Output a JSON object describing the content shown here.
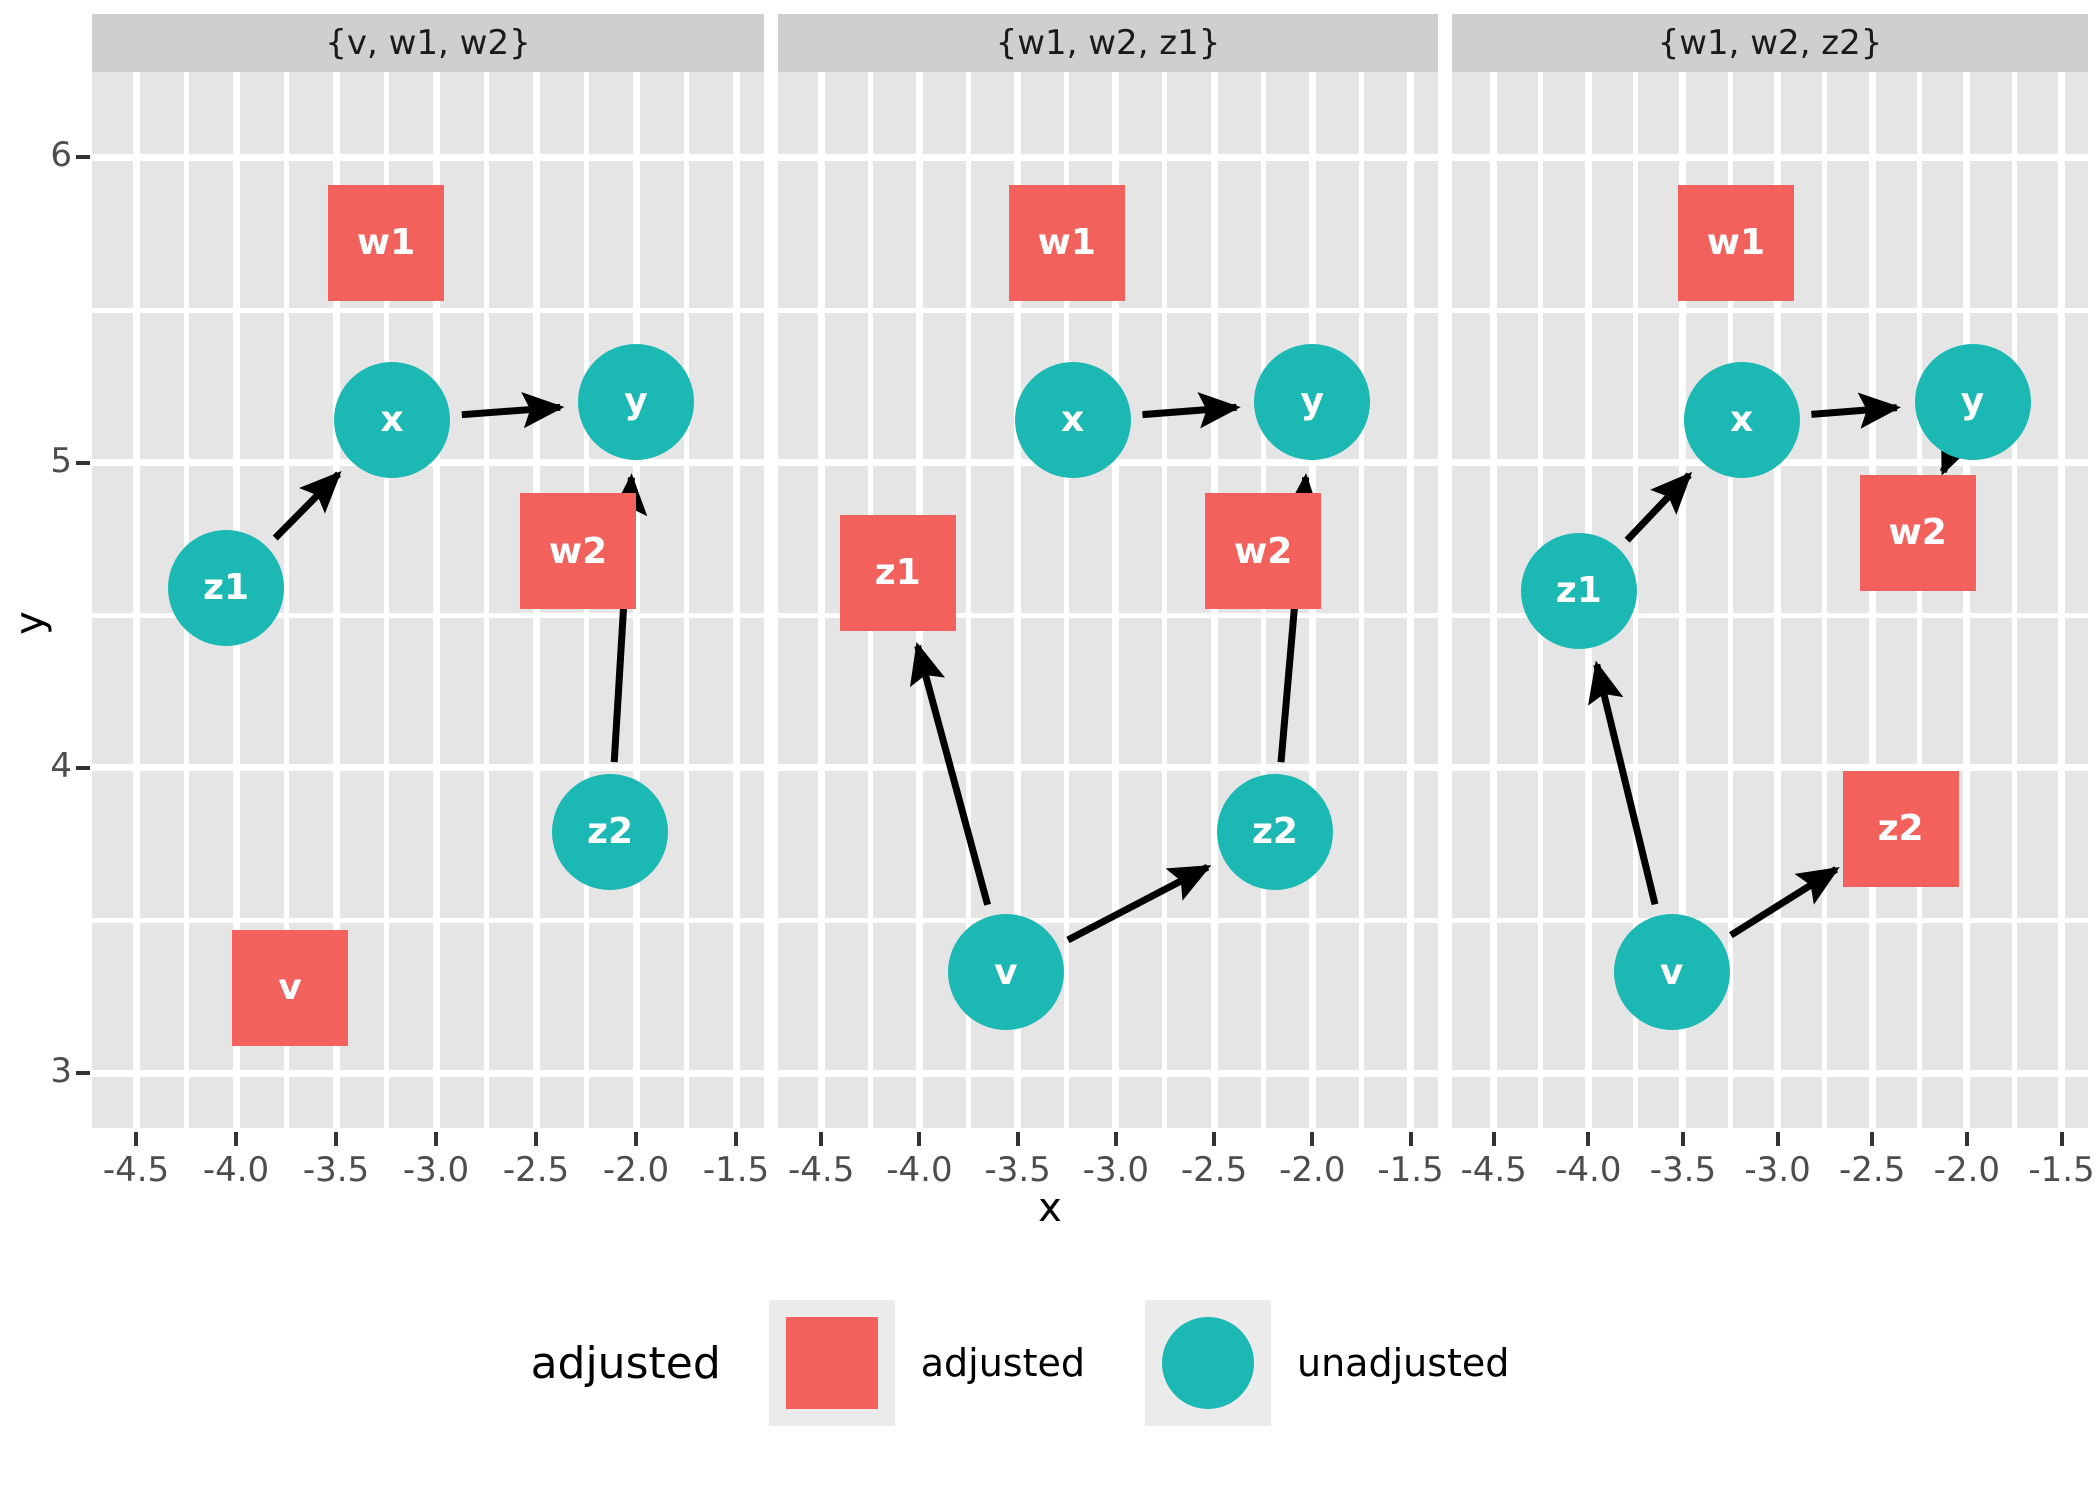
{
  "chart_data": {
    "type": "scatter",
    "title": "",
    "xlabel": "x",
    "ylabel": "y",
    "legend_title": "adjusted",
    "legend_position": "bottom",
    "grid": true,
    "facet_labels": [
      "{v, w1, w2}",
      "{w1, w2, z1}",
      "{w1, w2, z2}"
    ],
    "xticks": [
      "-4.5",
      "-4.0",
      "-3.5",
      "-3.0",
      "-2.5",
      "-2.0",
      "-1.5"
    ],
    "xtick_values": [
      -4.5,
      -4.0,
      -3.5,
      -3.0,
      -2.5,
      -2.0,
      -1.5
    ],
    "yticks": [
      "3",
      "4",
      "5",
      "6"
    ],
    "ytick_values": [
      3,
      4,
      5,
      6
    ],
    "xlim": [
      -4.72,
      -1.36
    ],
    "ylim": [
      2.82,
      6.28
    ],
    "legend_entries": [
      {
        "label": "adjusted",
        "shape": "square",
        "color": "#f2615c"
      },
      {
        "label": "unadjusted",
        "shape": "circle",
        "color": "#1cb8b4"
      }
    ],
    "panels": [
      {
        "label": "{v, w1, w2}",
        "nodes": [
          {
            "name": "w1",
            "x": -3.25,
            "y": 5.72,
            "status": "adjusted"
          },
          {
            "name": "x",
            "x": -3.22,
            "y": 5.14,
            "status": "unadjusted"
          },
          {
            "name": "y",
            "x": -2.0,
            "y": 5.2,
            "status": "unadjusted"
          },
          {
            "name": "z1",
            "x": -4.05,
            "y": 4.59,
            "status": "unadjusted"
          },
          {
            "name": "w2",
            "x": -2.29,
            "y": 4.71,
            "status": "adjusted"
          },
          {
            "name": "z2",
            "x": -2.13,
            "y": 3.79,
            "status": "unadjusted"
          },
          {
            "name": "v",
            "x": -3.73,
            "y": 3.28,
            "status": "adjusted"
          }
        ],
        "edges": [
          {
            "from": "z1",
            "to": "x"
          },
          {
            "from": "x",
            "to": "y"
          },
          {
            "from": "z2",
            "to": "y"
          }
        ]
      },
      {
        "label": "{w1, w2, z1}",
        "nodes": [
          {
            "name": "w1",
            "x": -3.25,
            "y": 5.72,
            "status": "adjusted"
          },
          {
            "name": "x",
            "x": -3.22,
            "y": 5.14,
            "status": "unadjusted"
          },
          {
            "name": "y",
            "x": -2.0,
            "y": 5.2,
            "status": "unadjusted"
          },
          {
            "name": "z1",
            "x": -4.11,
            "y": 4.64,
            "status": "adjusted"
          },
          {
            "name": "w2",
            "x": -2.25,
            "y": 4.71,
            "status": "adjusted"
          },
          {
            "name": "z2",
            "x": -2.19,
            "y": 3.79,
            "status": "unadjusted"
          },
          {
            "name": "v",
            "x": -3.56,
            "y": 3.33,
            "status": "unadjusted"
          }
        ],
        "edges": [
          {
            "from": "x",
            "to": "y"
          },
          {
            "from": "z2",
            "to": "y"
          },
          {
            "from": "v",
            "to": "z1"
          },
          {
            "from": "v",
            "to": "z2"
          }
        ]
      },
      {
        "label": "{w1, w2, z2}",
        "nodes": [
          {
            "name": "w1",
            "x": -3.22,
            "y": 5.72,
            "status": "adjusted"
          },
          {
            "name": "x",
            "x": -3.19,
            "y": 5.14,
            "status": "unadjusted"
          },
          {
            "name": "y",
            "x": -1.97,
            "y": 5.2,
            "status": "unadjusted"
          },
          {
            "name": "z1",
            "x": -4.05,
            "y": 4.58,
            "status": "unadjusted"
          },
          {
            "name": "w2",
            "x": -2.26,
            "y": 4.77,
            "status": "adjusted"
          },
          {
            "name": "z2",
            "x": -2.35,
            "y": 3.8,
            "status": "adjusted"
          },
          {
            "name": "v",
            "x": -3.56,
            "y": 3.33,
            "status": "unadjusted"
          }
        ],
        "edges": [
          {
            "from": "z1",
            "to": "x"
          },
          {
            "from": "x",
            "to": "y"
          },
          {
            "from": "w2",
            "to": "y"
          },
          {
            "from": "v",
            "to": "z1"
          },
          {
            "from": "v",
            "to": "z2"
          }
        ]
      }
    ]
  }
}
